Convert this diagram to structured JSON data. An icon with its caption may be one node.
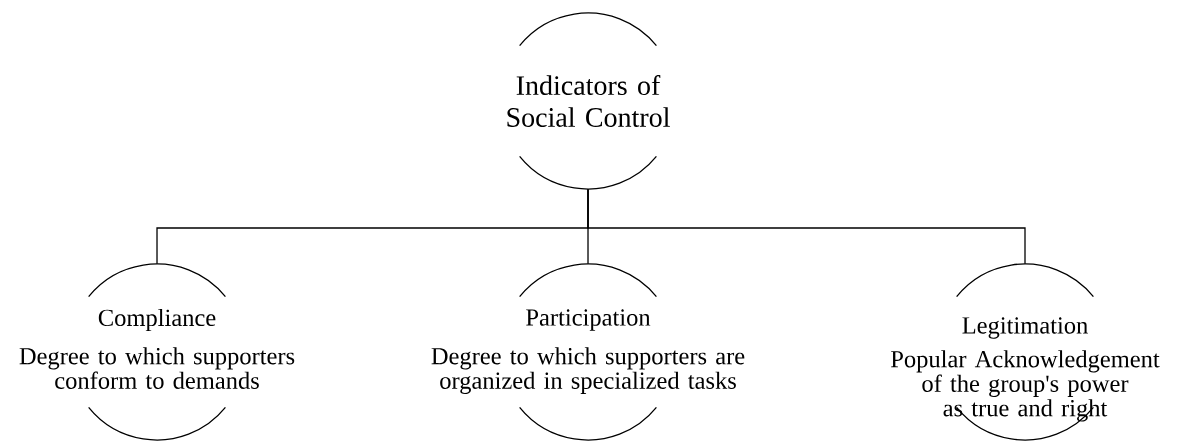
{
  "diagram": {
    "nodes": [
      {
        "text": [
          "Indicators of Social Control"
        ]
      },
      {
        "text": [
          "Compliance",
          "Degree to which supporters conform to demands"
        ]
      },
      {
        "text": [
          "Participation",
          "Degree to which supporters are organized in specialized tasks"
        ]
      },
      {
        "text": [
          "Legitimation",
          "Popular Acknowledgement of the group's power as true and right"
        ]
      }
    ],
    "edges": [
      {
        "from": 0,
        "to": 1,
        "arrow": "none"
      },
      {
        "from": 0,
        "to": 2,
        "arrow": "none"
      },
      {
        "from": 0,
        "to": 3,
        "arrow": "none"
      }
    ]
  }
}
